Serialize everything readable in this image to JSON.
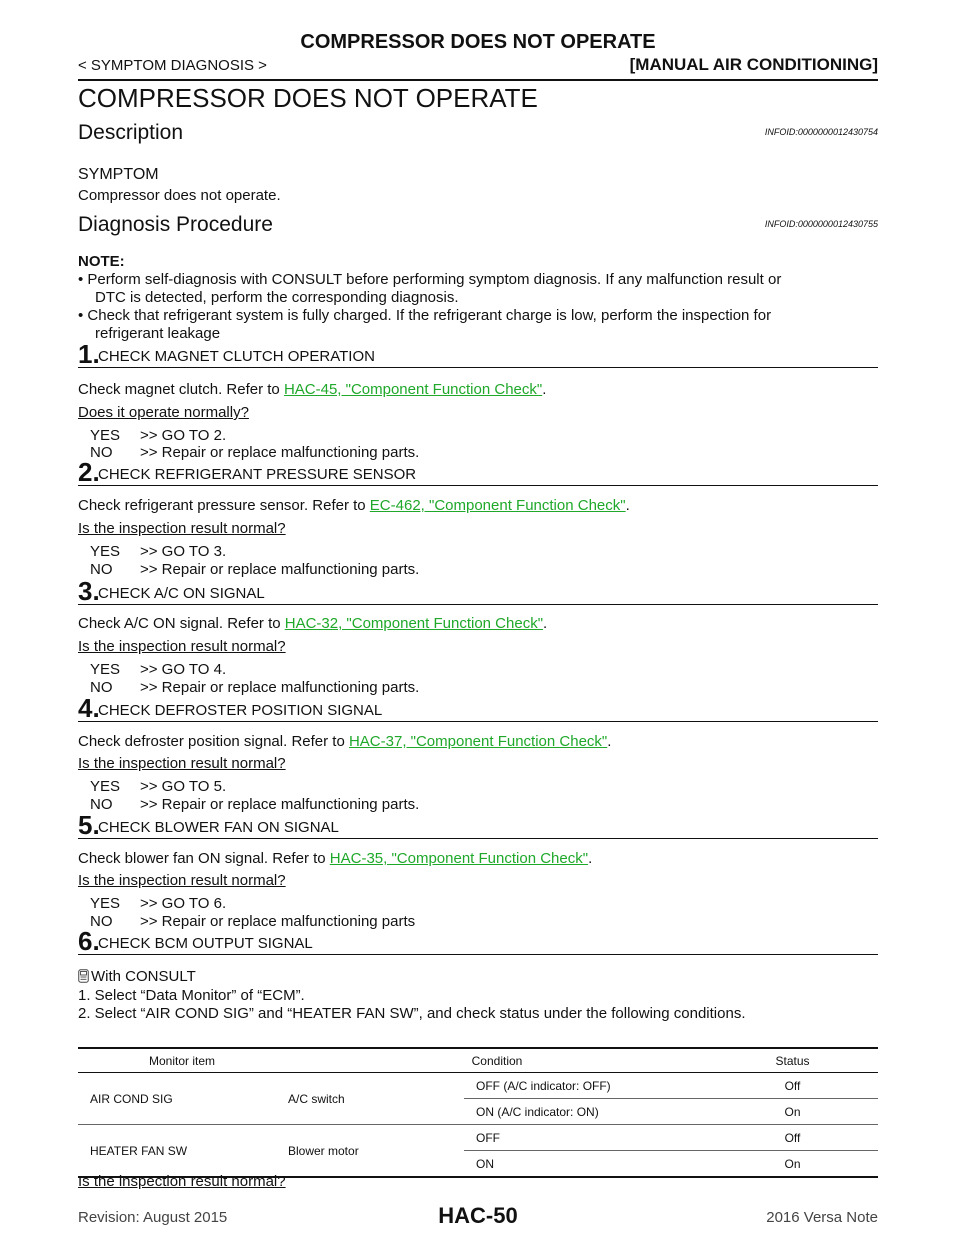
{
  "header": {
    "title": "COMPRESSOR DOES NOT OPERATE",
    "breadcrumb": "< SYMPTOM DIAGNOSIS >",
    "section": "[MANUAL AIR CONDITIONING]"
  },
  "main_title": "COMPRESSOR DOES NOT OPERATE",
  "description": {
    "title": "Description",
    "infoid": "INFOID:0000000012430754",
    "symptom_heading": "SYMPTOM",
    "symptom_text": "Compressor does not operate."
  },
  "procedure": {
    "title": "Diagnosis Procedure",
    "infoid": "INFOID:0000000012430755",
    "note_heading": "NOTE:",
    "notes": [
      "• Perform self-diagnosis with CONSULT before performing symptom diagnosis. If any malfunction result or",
      "DTC is detected, perform the corresponding diagnosis.",
      "• Check that refrigerant system is fully charged. If the refrigerant charge is low, perform the inspection for",
      "refrigerant leakage"
    ]
  },
  "steps": [
    {
      "num": "1.",
      "label": "CHECK MAGNET CLUTCH OPERATION",
      "text": "Check magnet clutch. Refer to ",
      "link": "HAC-45, \"Component Function Check\"",
      "after": ".",
      "question": "Does it operate normally?",
      "yes_key": "YES",
      "yes": ">> GO TO 2.",
      "no_key": "NO",
      "no": ">> Repair or replace malfunctioning parts."
    },
    {
      "num": "2.",
      "label": "CHECK REFRIGERANT PRESSURE SENSOR",
      "text": "Check refrigerant pressure sensor. Refer to ",
      "link": "EC-462, \"Component Function Check\"",
      "after": ".",
      "question": "Is the inspection result normal?",
      "yes_key": "YES",
      "yes": ">> GO TO 3.",
      "no_key": "NO",
      "no": ">> Repair or replace malfunctioning parts."
    },
    {
      "num": "3.",
      "label": "CHECK A/C ON SIGNAL",
      "text": "Check A/C ON signal. Refer to ",
      "link": "HAC-32, \"Component Function Check\"",
      "after": ".",
      "question": "Is the inspection result normal?",
      "yes_key": "YES",
      "yes": ">> GO TO 4.",
      "no_key": "NO",
      "no": ">> Repair or replace malfunctioning parts."
    },
    {
      "num": "4.",
      "label": "CHECK DEFROSTER POSITION SIGNAL",
      "text": "Check defroster position signal. Refer to ",
      "link": "HAC-37, \"Component Function Check\"",
      "after": ".",
      "question": "Is the inspection result normal?",
      "yes_key": "YES",
      "yes": ">> GO TO 5.",
      "no_key": "NO",
      "no": ">> Repair or replace malfunctioning parts."
    },
    {
      "num": "5.",
      "label": "CHECK BLOWER FAN ON SIGNAL",
      "text": "Check blower fan ON signal. Refer to ",
      "link": "HAC-35, \"Component Function Check\"",
      "after": ".",
      "question": "Is the inspection result normal?",
      "yes_key": "YES",
      "yes": ">> GO TO 6.",
      "no_key": "NO",
      "no": ">> Repair or replace malfunctioning parts"
    },
    {
      "num": "6.",
      "label": "CHECK BCM OUTPUT SIGNAL"
    }
  ],
  "step6": {
    "with_consult": "With CONSULT",
    "items": [
      "1.   Select “Data Monitor” of “ECM”.",
      "2.   Select “AIR COND SIG” and “HEATER FAN SW”, and check status under the following conditions."
    ],
    "question": "Is the inspection result normal?"
  },
  "monitor_table": {
    "headers": [
      "Monitor item",
      "Condition",
      "Status"
    ],
    "rows": [
      {
        "item": "AIR COND SIG",
        "cond": "A/C switch",
        "sub": [
          [
            "OFF (A/C indicator: OFF)",
            "Off"
          ],
          [
            "ON (A/C indicator: ON)",
            "On"
          ]
        ]
      },
      {
        "item": "HEATER FAN SW",
        "cond": "Blower motor",
        "sub": [
          [
            "OFF",
            "Off"
          ],
          [
            "ON",
            "On"
          ]
        ]
      }
    ]
  },
  "footer": {
    "revision": "Revision: August 2015",
    "page": "HAC-50",
    "model": "2016 Versa Note"
  }
}
